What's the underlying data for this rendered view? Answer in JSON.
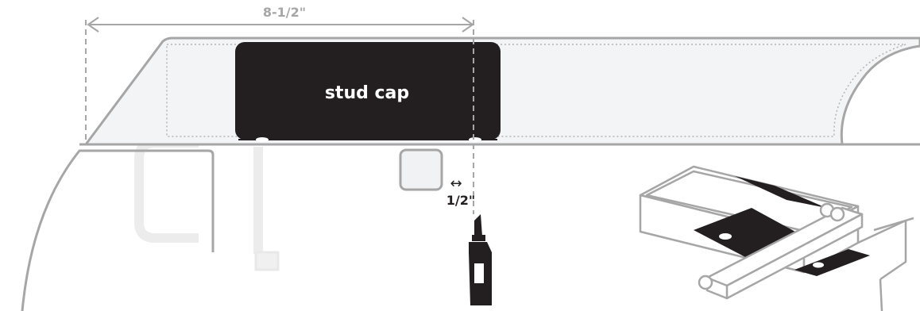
{
  "diagram": {
    "overall_dimension": "8-1/2\"",
    "center_label": "stud cap",
    "offset_arrow": "↔",
    "offset_dimension": "1/2\""
  },
  "colors": {
    "outline": "#a6a6a6",
    "dark_fill": "#231f20",
    "light_fill": "#f1f2f4",
    "faint": "#eeeeee"
  }
}
